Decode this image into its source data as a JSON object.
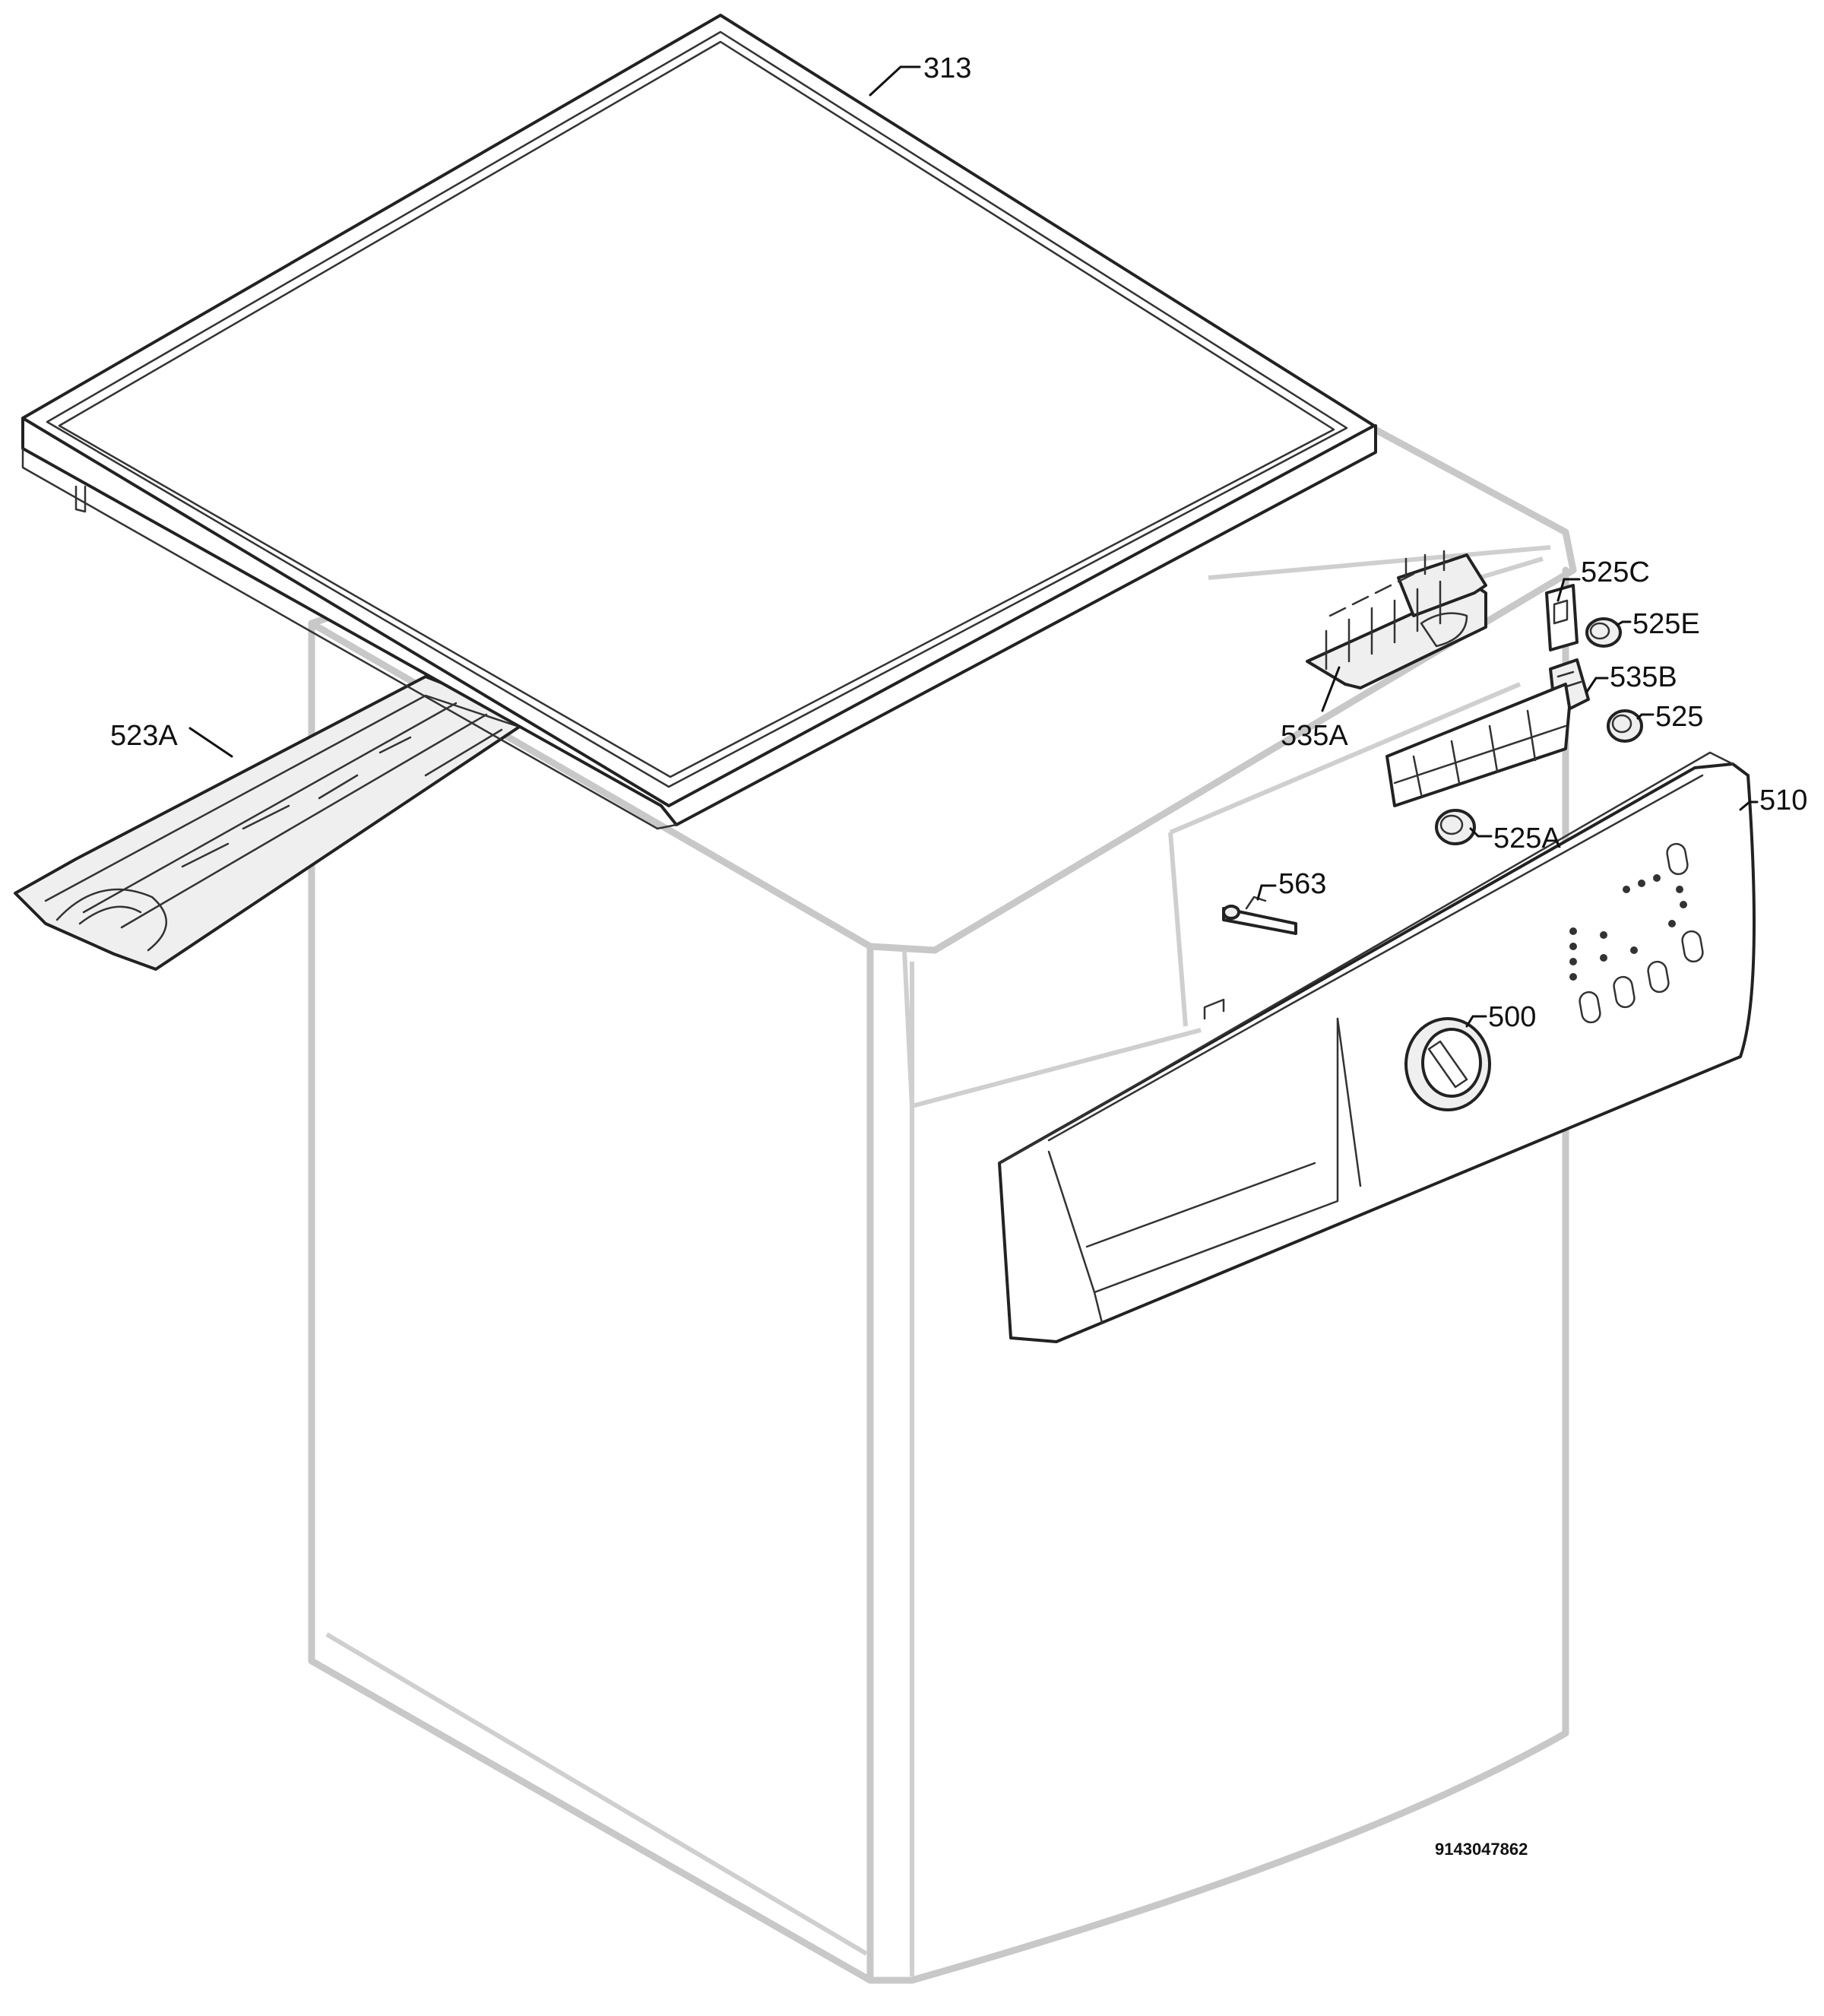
{
  "callouts": {
    "c313": "313",
    "c523a": "523A",
    "c525c": "525C",
    "c525e": "525E",
    "c535a": "535A",
    "c535b": "535B",
    "c525": "525",
    "c510": "510",
    "c525a": "525A",
    "c563": "563",
    "c500": "500"
  },
  "document_number": "9143047862"
}
